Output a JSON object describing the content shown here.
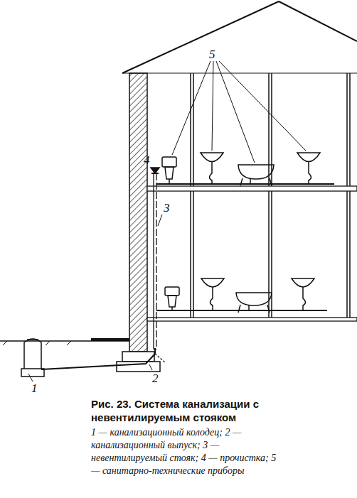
{
  "diagram": {
    "caption": "Рис. 23. Система канализации с невентилируемым стояком",
    "labels": [
      "5",
      "4",
      "3",
      "2",
      "1",
      "1 — канализационный колодец;",
      "2 — канализационный выпуск;",
      "3 — невентилируемый стояк;",
      "4 — прочистка;",
      "5 — санитарно-технические приборы"
    ]
  }
}
